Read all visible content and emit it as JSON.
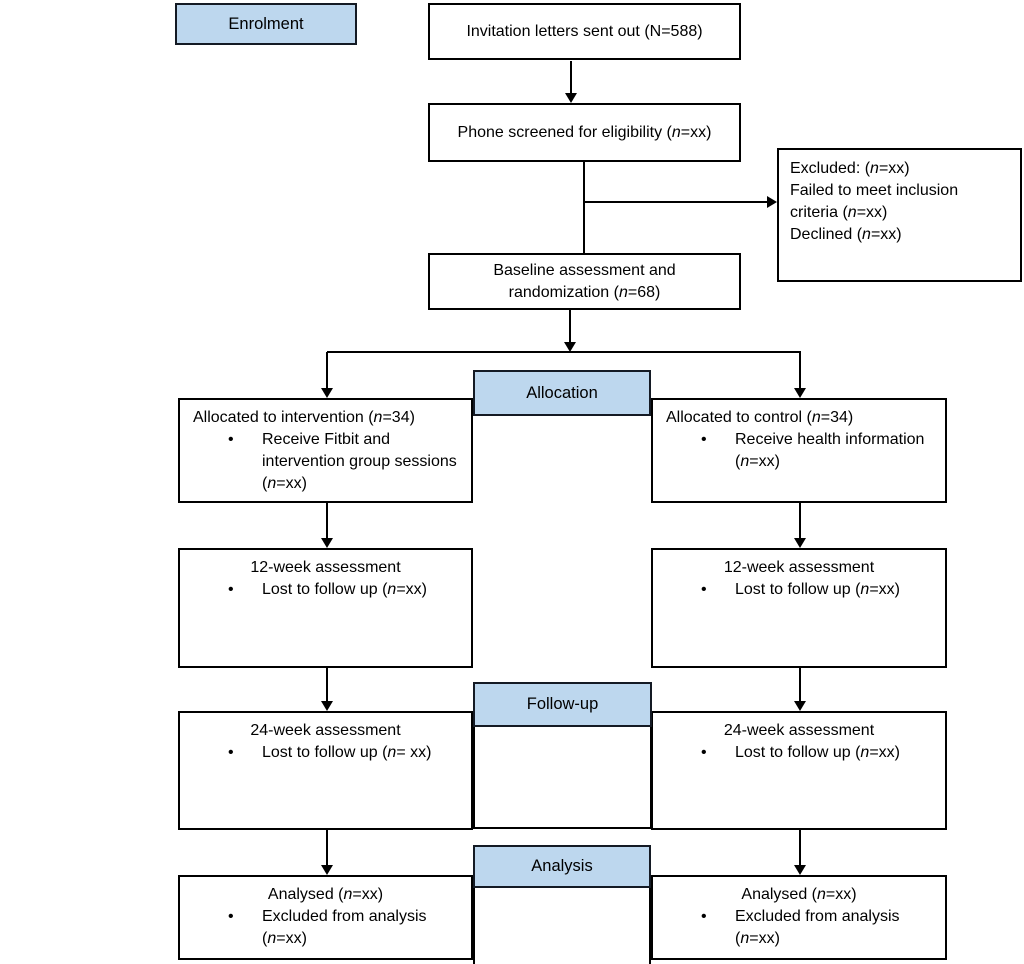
{
  "colors": {
    "stage_fill": "#BDD7EE",
    "stage_border": "#141A24",
    "box_border": "#000000",
    "arrow": "#000000"
  },
  "stages": {
    "enrolment": "Enrolment",
    "allocation": "Allocation",
    "followup": "Follow-up",
    "analysis": "Analysis"
  },
  "boxes": {
    "invitation": {
      "line1": "Invitation letters sent out (N=588)"
    },
    "phone": {
      "line1": "Phone screened for eligibility (n=xx)"
    },
    "excluded": {
      "lines": [
        "Excluded: (n=xx)",
        "Failed to meet inclusion criteria (n=xx)",
        "Declined (n=xx)"
      ]
    },
    "baseline": {
      "line1": "Baseline assessment and",
      "line2": "randomization (n=68)"
    },
    "alloc_left": {
      "line1": "Allocated to intervention (n=34)",
      "bullet": "Receive Fitbit and intervention group sessions (n=xx)"
    },
    "alloc_right": {
      "line1": "Allocated to control (n=34)",
      "bullet": "Receive health information (n=xx)"
    },
    "wk12_left": {
      "line1": "12-week assessment",
      "bullet": "Lost to follow up (n=xx)"
    },
    "wk12_right": {
      "line1": "12-week assessment",
      "bullet": "Lost to follow up (n=xx)"
    },
    "wk24_left": {
      "line1": "24-week assessment",
      "bullet": "Lost to follow up (n= xx)"
    },
    "wk24_right": {
      "line1": "24-week assessment",
      "bullet": "Lost to follow up (n=xx)"
    },
    "analysed_left": {
      "line1": "Analysed (n=xx)",
      "bullet": "Excluded from analysis (n=xx)"
    },
    "analysed_right": {
      "line1": "Analysed (n=xx)",
      "bullet": "Excluded from analysis (n=xx)"
    }
  },
  "bullet_glyph": "•"
}
